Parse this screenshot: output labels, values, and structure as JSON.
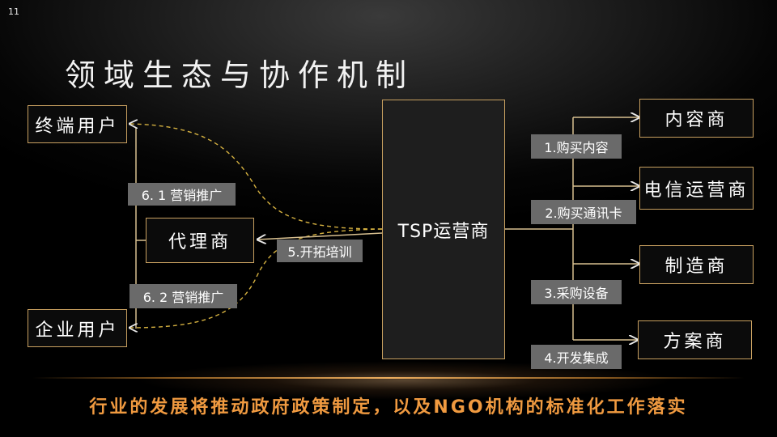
{
  "slide_number": "11",
  "title": "领域生态与协作机制",
  "nodes": {
    "end_user": "终端用户",
    "agent": "代理商",
    "enterprise_user": "企业用户",
    "tsp": "TSP运营商",
    "content": "内容商",
    "telecom": "电信运营商",
    "manufacturer": "制造商",
    "solution": "方案商"
  },
  "edge_labels": {
    "marketing_1": "6. 1 营销推广",
    "marketing_2": "6. 2 营销推广",
    "training": "5.开拓培训",
    "buy_content": "1.购买内容",
    "buy_card": "2.购买通讯卡",
    "purchase_equipment": "3.采购设备",
    "development": "4.开发集成"
  },
  "footer": "行业的发展将推动政府政策制定，以及NGO机构的标准化工作落实",
  "colors": {
    "border": "#c8a060",
    "solid_line": "#d8c090",
    "dashed_line": "#d4b040",
    "label_bg": "#6a6a6a",
    "footer_text": "#f09a40"
  }
}
